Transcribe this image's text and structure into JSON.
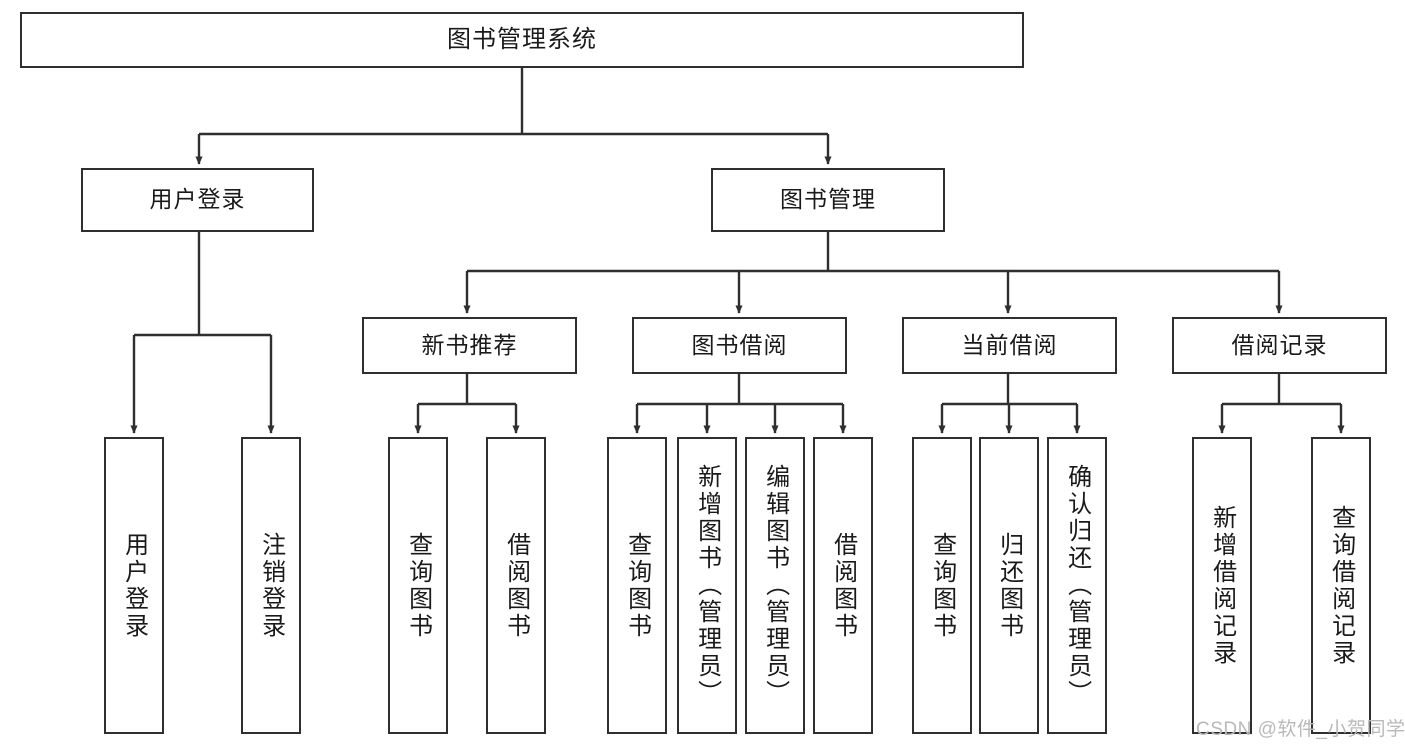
{
  "diagram": {
    "type": "tree-hierarchy",
    "title_node": {
      "id": "root",
      "label": "图书管理系统"
    },
    "level2": [
      {
        "id": "user-login",
        "label": "用户登录"
      },
      {
        "id": "book-manage",
        "label": "图书管理"
      }
    ],
    "level3": [
      {
        "id": "new-book-recommend",
        "label": "新书推荐",
        "parent": "book-manage"
      },
      {
        "id": "book-borrow",
        "label": "图书借阅",
        "parent": "book-manage"
      },
      {
        "id": "current-borrow",
        "label": "当前借阅",
        "parent": "book-manage"
      },
      {
        "id": "borrow-record",
        "label": "借阅记录",
        "parent": "book-manage"
      }
    ],
    "leaves": [
      {
        "id": "leaf-user-login",
        "label": "用户登录",
        "parent": "user-login"
      },
      {
        "id": "leaf-logout-login",
        "label": "注销登录",
        "parent": "user-login"
      },
      {
        "id": "leaf-query-book-1",
        "label": "查询图书",
        "parent": "new-book-recommend"
      },
      {
        "id": "leaf-borrow-book-1",
        "label": "借阅图书",
        "parent": "new-book-recommend"
      },
      {
        "id": "leaf-query-book-2",
        "label": "查询图书",
        "parent": "book-borrow"
      },
      {
        "id": "leaf-add-book",
        "label": "新增图书（管理员）",
        "parent": "book-borrow"
      },
      {
        "id": "leaf-edit-book",
        "label": "编辑图书（管理员）",
        "parent": "book-borrow"
      },
      {
        "id": "leaf-borrow-book-2",
        "label": "借阅图书",
        "parent": "book-borrow"
      },
      {
        "id": "leaf-query-book-3",
        "label": "查询图书",
        "parent": "current-borrow"
      },
      {
        "id": "leaf-return-book",
        "label": "归还图书",
        "parent": "current-borrow"
      },
      {
        "id": "leaf-confirm-return",
        "label": "确认归还（管理员）",
        "parent": "current-borrow"
      },
      {
        "id": "leaf-add-record",
        "label": "新增借阅记录",
        "parent": "borrow-record"
      },
      {
        "id": "leaf-query-record",
        "label": "查询借阅记录",
        "parent": "borrow-record"
      }
    ],
    "colors": {
      "stroke": "#2f2f2f",
      "fill": "#ffffff",
      "text": "#1a1a1a",
      "watermark": "#b9b9b9"
    }
  },
  "watermark": {
    "text": "CSDN @软件_小贺同学"
  }
}
